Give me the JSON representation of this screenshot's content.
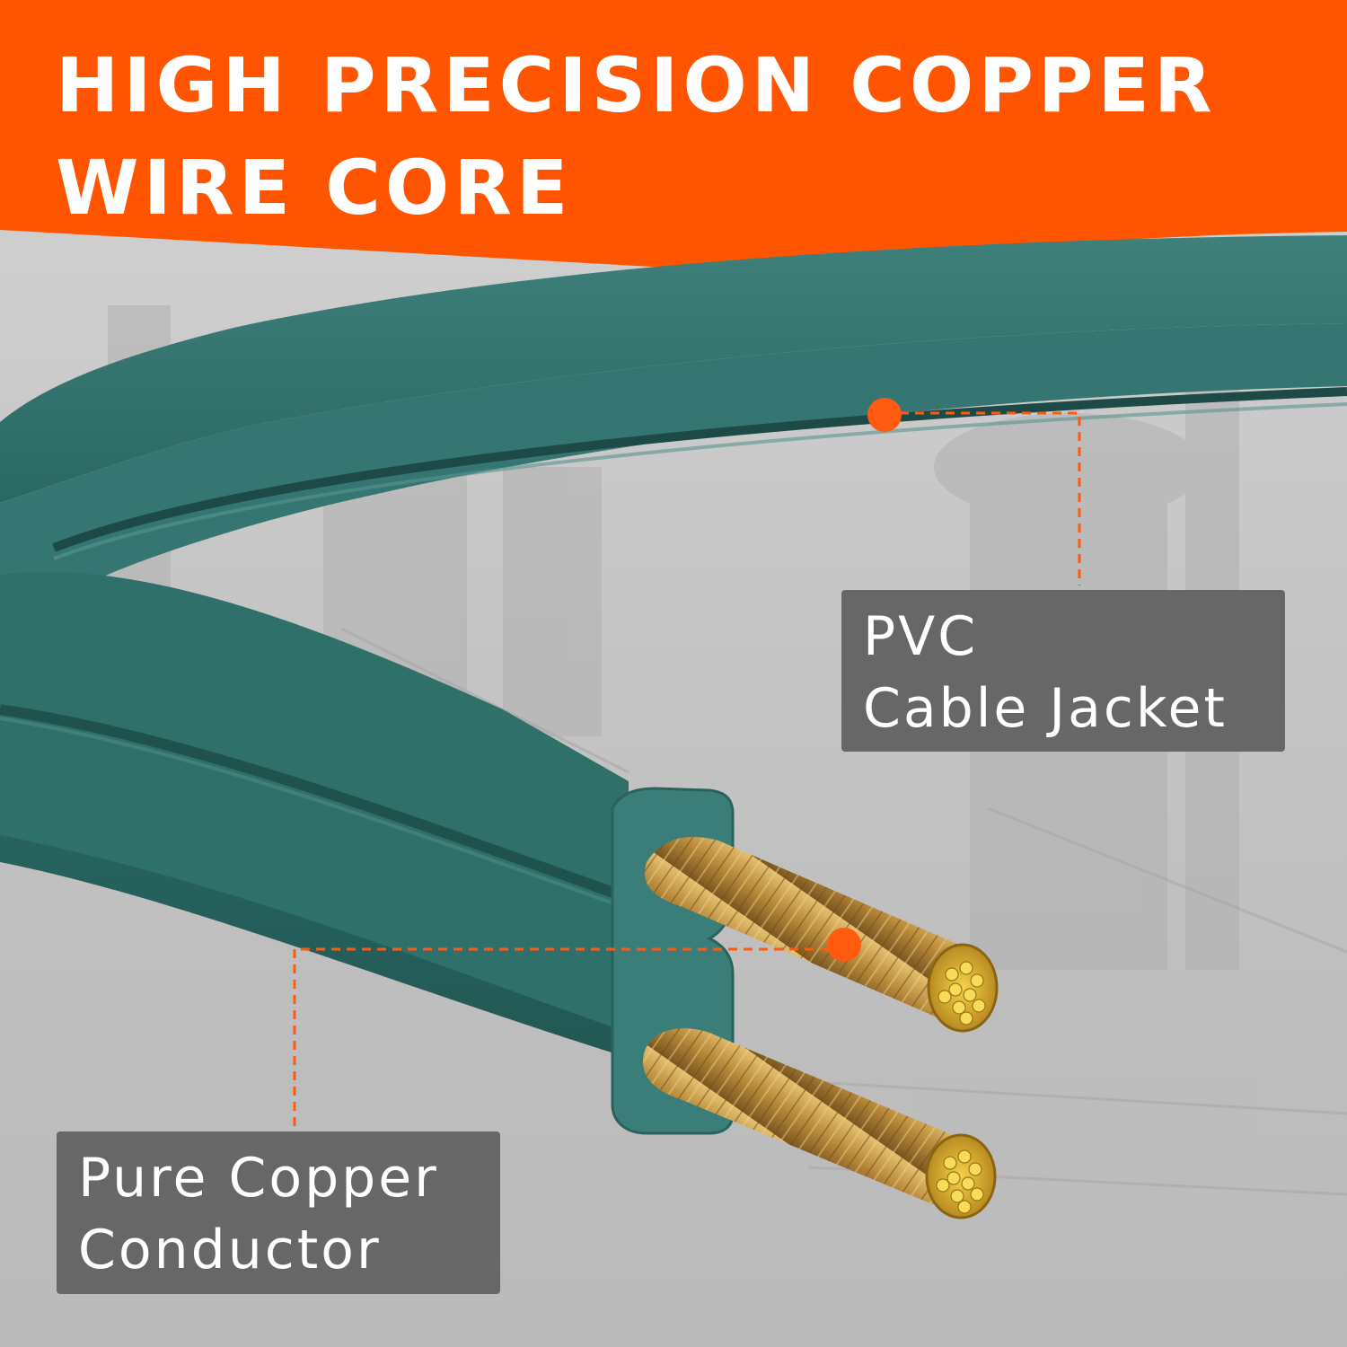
{
  "banner": {
    "line1": "HIGH PRECISION COPPER",
    "line2": "WIRE CORE",
    "color": "#ff5400",
    "text_color": "#ffffff"
  },
  "callouts": {
    "jacket": {
      "line1": "PVC",
      "line2": "Cable Jacket"
    },
    "conductor": {
      "line1": "Pure Copper",
      "line2": "Conductor"
    },
    "box_color": "#676767",
    "marker_color": "#ff5a10"
  },
  "cable": {
    "jacket_color": "#2e6e6a",
    "copper_color": "#c8a04a"
  }
}
